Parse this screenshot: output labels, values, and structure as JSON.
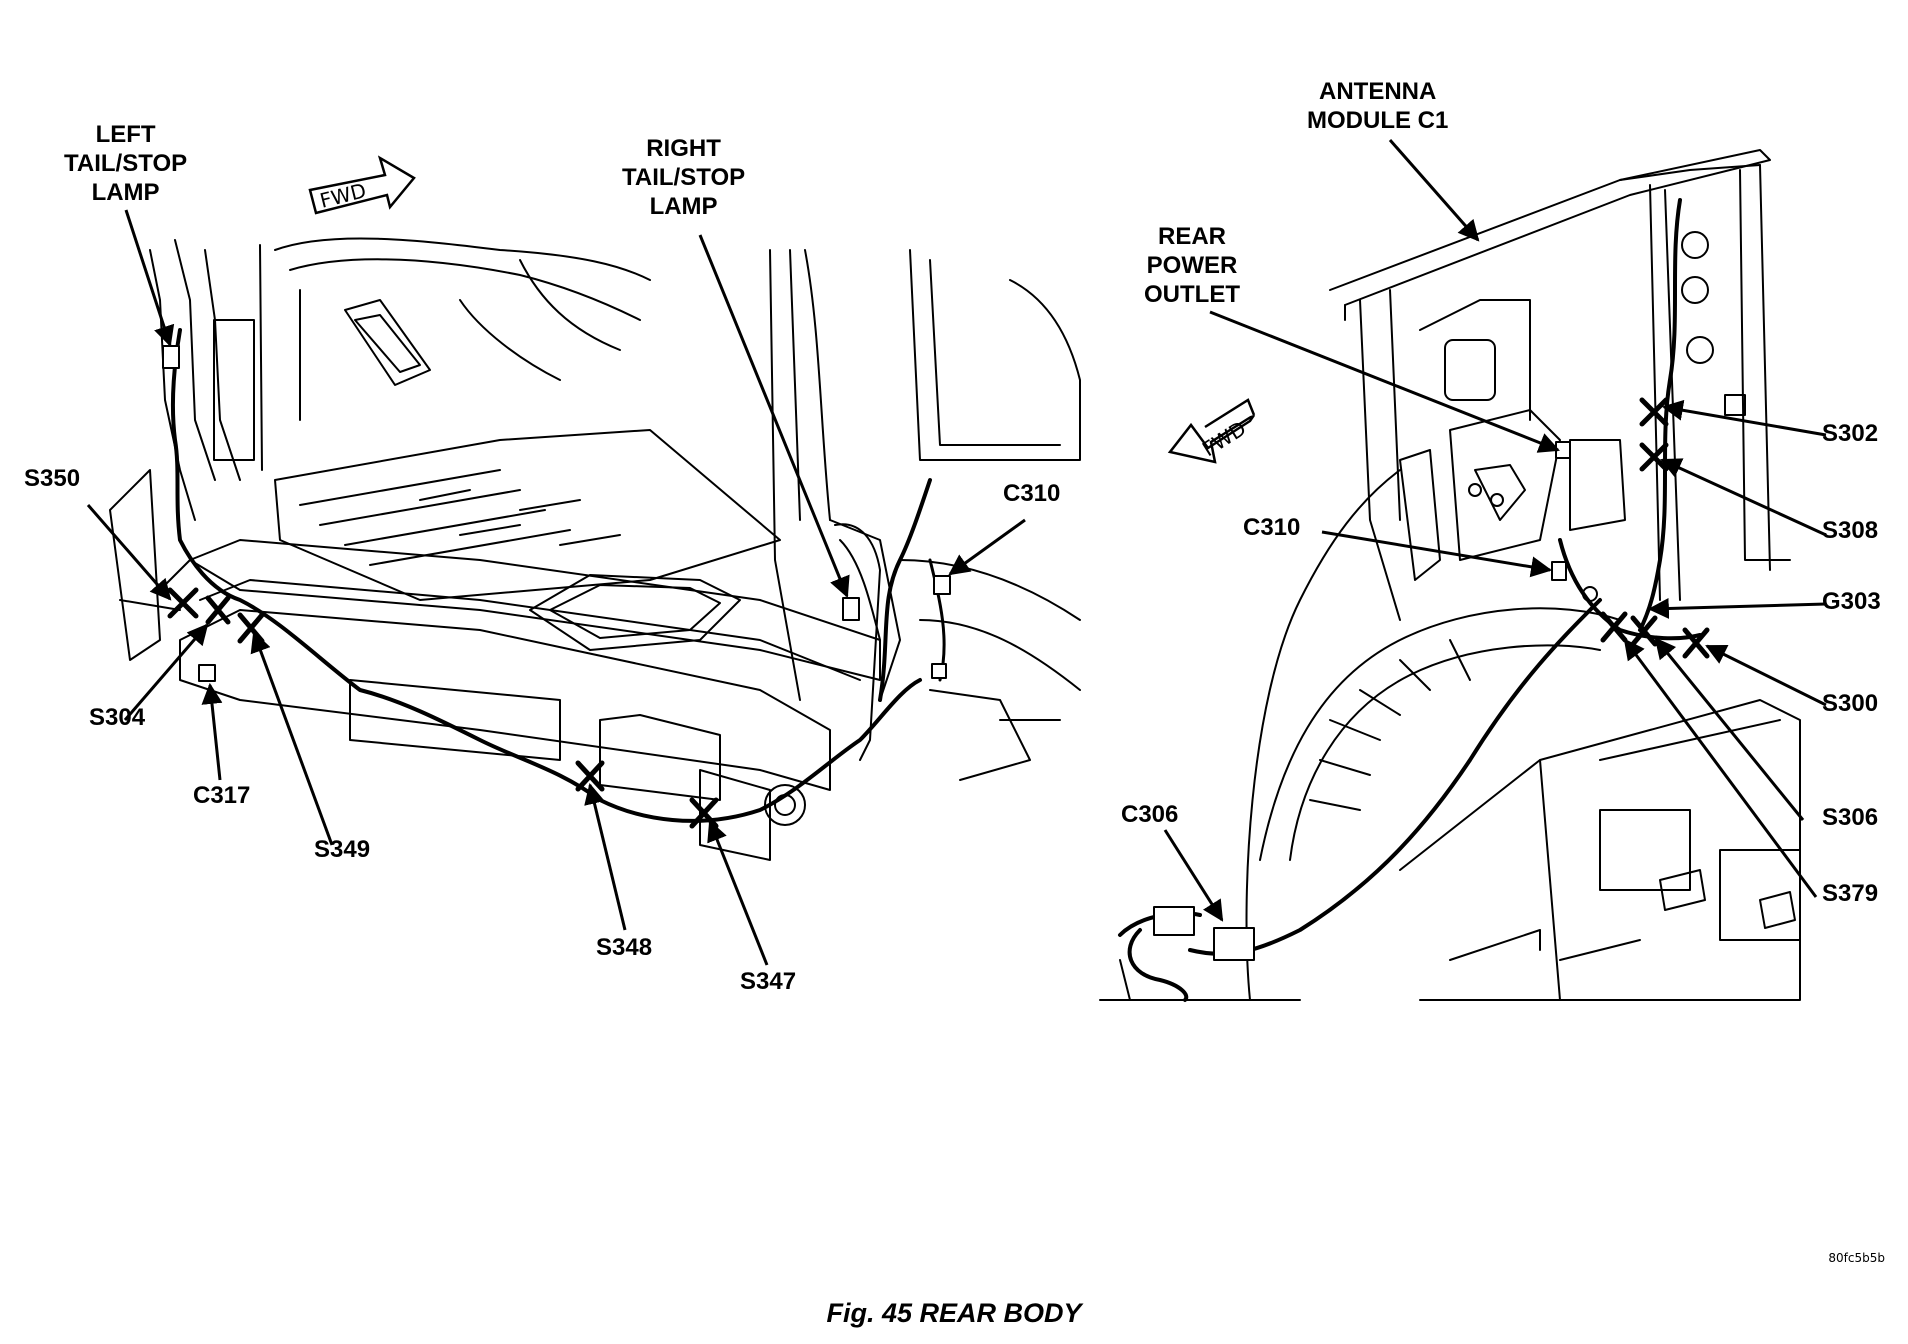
{
  "figure": {
    "caption": "Fig. 45 REAR BODY",
    "code": "80fc5b5b"
  },
  "left_view": {
    "fwd_label": "FWD",
    "labels": {
      "left_tail_stop_lamp": "LEFT\nTAIL/STOP\nLAMP",
      "right_tail_stop_lamp": "RIGHT\nTAIL/STOP\nLAMP",
      "c310": "C310",
      "s350": "S350",
      "s304": "S304",
      "c317": "C317",
      "s349": "S349",
      "s348": "S348",
      "s347": "S347"
    }
  },
  "right_view": {
    "fwd_label": "FWD",
    "labels": {
      "antenna_module_c1": "ANTENNA\nMODULE C1",
      "rear_power_outlet": "REAR\nPOWER\nOUTLET",
      "c310": "C310",
      "s302": "S302",
      "s308": "S308",
      "g303": "G303",
      "s300": "S300",
      "s306": "S306",
      "s379": "S379",
      "c306": "C306"
    }
  },
  "colors": {
    "ink": "#000000",
    "paper": "#ffffff"
  }
}
